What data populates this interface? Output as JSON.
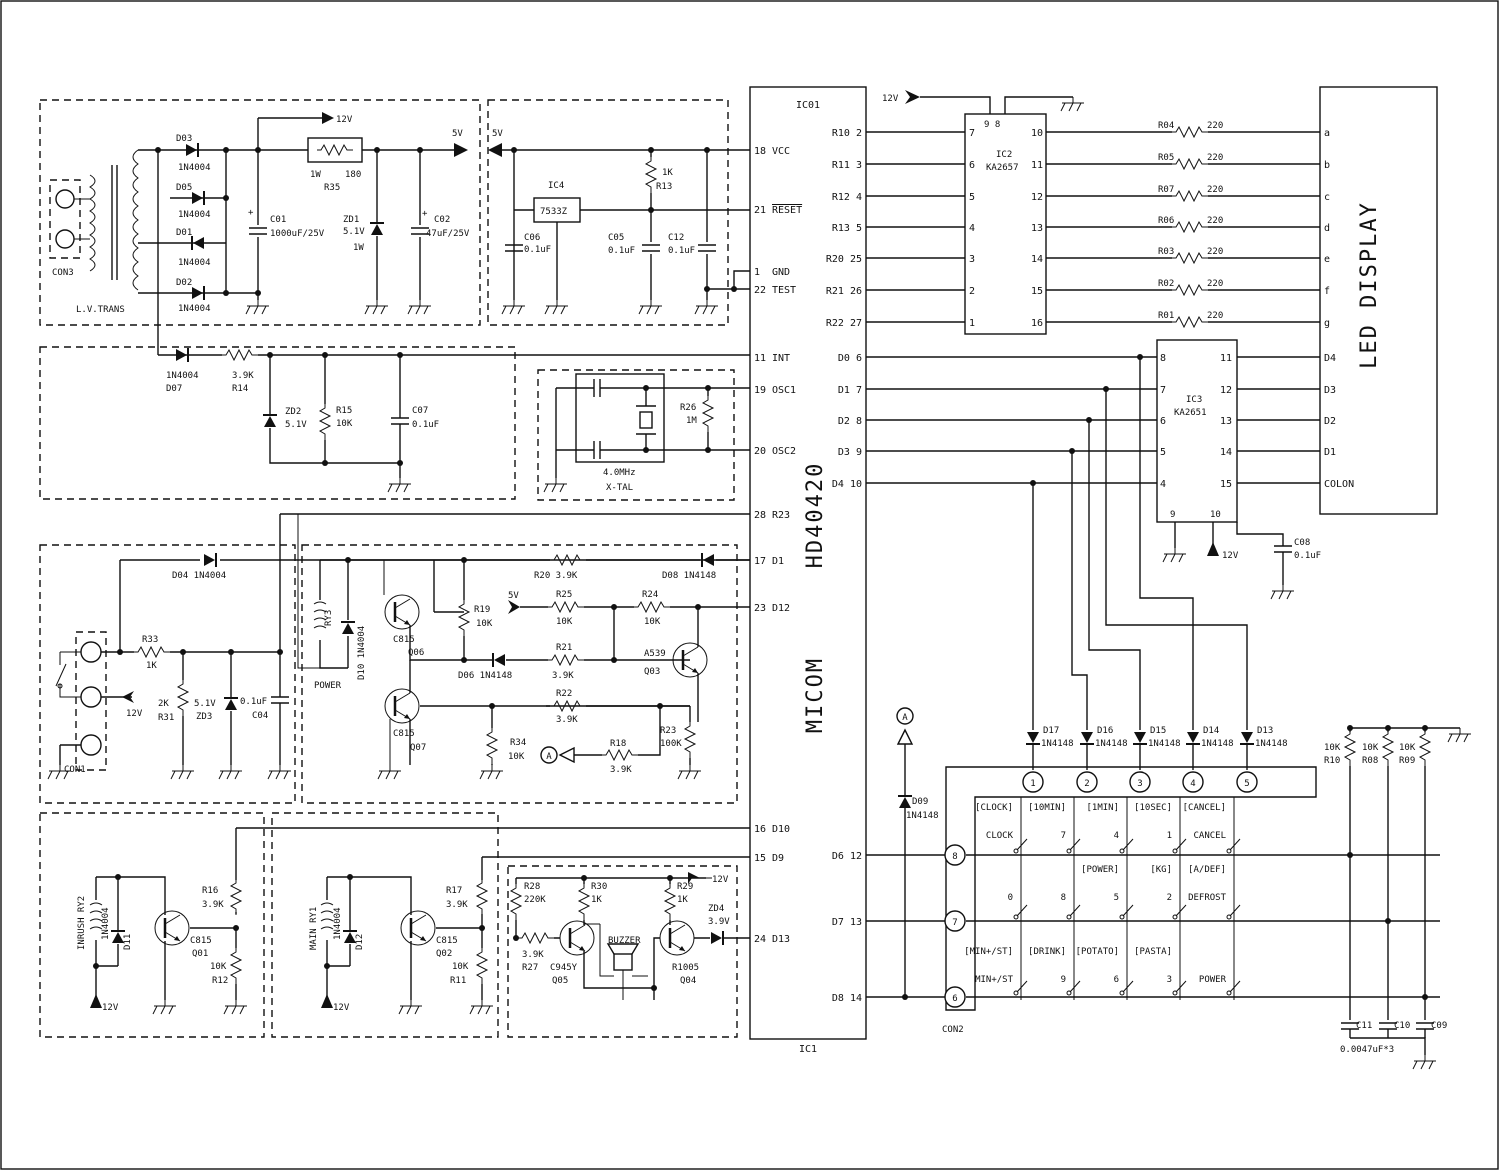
{
  "diagram": {
    "micom_chip": {
      "ref": "IC01",
      "part_number": "HD40420",
      "function_label": "MICOM",
      "bottom_ref": "IC1",
      "left_pins": [
        {
          "num": "18",
          "name": "VCC"
        },
        {
          "num": "21",
          "name": "RESET"
        },
        {
          "num": "1",
          "name": "GND"
        },
        {
          "num": "22",
          "name": "TEST"
        },
        {
          "num": "11",
          "name": "INT"
        },
        {
          "num": "19",
          "name": "OSC1"
        },
        {
          "num": "20",
          "name": "OSC2"
        },
        {
          "num": "28",
          "name": "R23"
        },
        {
          "num": "17",
          "name": "D1"
        },
        {
          "num": "23",
          "name": "D12"
        },
        {
          "num": "16",
          "name": "D10"
        },
        {
          "num": "15",
          "name": "D9"
        },
        {
          "num": "24",
          "name": "D13"
        }
      ],
      "right_pins": [
        "R10 2",
        "R11 3",
        "R12 4",
        "R13 5",
        "R20 25",
        "R21 26",
        "R22 27",
        "D0 6",
        "D1 7",
        "D2 8",
        "D3 9",
        "D4 10",
        "D6 12",
        "D7 13",
        "D8 14"
      ]
    },
    "ic2": {
      "ref": "IC2",
      "part": "KA2657",
      "top_pins": "9  8",
      "left_pins": [
        "7",
        "6",
        "5",
        "4",
        "3",
        "2",
        "1"
      ],
      "right_pins": [
        "10",
        "11",
        "12",
        "13",
        "14",
        "15",
        "16"
      ]
    },
    "ic3": {
      "ref": "IC3",
      "part": "KA2651",
      "bottom_pins": [
        "9",
        "10"
      ],
      "left_pins": [
        "8",
        "7",
        "6",
        "5",
        "4"
      ],
      "right_pins": [
        "11",
        "12",
        "13",
        "14",
        "15"
      ]
    },
    "segment_resistors": [
      {
        "ref": "R04",
        "val": "220"
      },
      {
        "ref": "R05",
        "val": "220"
      },
      {
        "ref": "R07",
        "val": "220"
      },
      {
        "ref": "R06",
        "val": "220"
      },
      {
        "ref": "R03",
        "val": "220"
      },
      {
        "ref": "R02",
        "val": "220"
      },
      {
        "ref": "R01",
        "val": "220"
      }
    ],
    "led_display": {
      "title": "LED DISPLAY",
      "segments": [
        "a",
        "b",
        "c",
        "d",
        "e",
        "f",
        "g"
      ],
      "digits": [
        "D4",
        "D3",
        "D2",
        "D1",
        "COLON"
      ]
    },
    "supply_labels": {
      "v12": "12V",
      "v5": "5V"
    },
    "power_supply": {
      "transformer": "L.V.TRANS",
      "connector": "CON3",
      "diodes": [
        {
          "ref": "D03",
          "part": "1N4004"
        },
        {
          "ref": "D05",
          "part": "1N4004"
        },
        {
          "ref": "D01",
          "part": "1N4004"
        },
        {
          "ref": "D02",
          "part": "1N4004"
        }
      ],
      "c01": "C01",
      "c01_val": "1000uF/25V",
      "r35_watt": "1W",
      "r35_val": "180",
      "r35": "R35",
      "zd1": "ZD1",
      "zd1_val": "5.1V",
      "zd1_watt": "1W",
      "c02": "C02",
      "c02_val": "47uF/25V",
      "ic4": "IC4",
      "ic4_part": "7533Z",
      "c06": "C06",
      "c06_val": "0.1uF",
      "c05": "C05",
      "c05_val": "0.1uF",
      "c12": "C12",
      "c12_val": "0.1uF",
      "r13": "R13",
      "r13_val": "1K"
    },
    "int_circuit": {
      "d07_part": "1N4004",
      "d07": "D07",
      "r14_val": "3.9K",
      "r14": "R14",
      "zd2": "ZD2",
      "zd2_val": "5.1V",
      "r15": "R15",
      "r15_val": "10K",
      "c07": "C07",
      "c07_val": "0.1uF"
    },
    "oscillator": {
      "r26": "R26",
      "r26_val": "1M",
      "xtal_freq": "4.0MHz",
      "xtal": "X-TAL"
    },
    "door_circuit": {
      "d04": "D04 1N4004",
      "r33": "R33",
      "r33_val": "1K",
      "r31_val": "2K",
      "r31": "R31",
      "zd3_val": "5.1V",
      "zd3": "ZD3",
      "c04_val": "0.1uF",
      "c04": "C04",
      "v12": "12V",
      "con1": "CON1"
    },
    "relay_driver": {
      "ry3": "RY3",
      "power": "POWER",
      "d10": "D10 1N4004",
      "q06_part": "C815",
      "q06": "Q06",
      "q07_part": "C815",
      "q07": "Q07",
      "r19": "R19",
      "r19_val": "10K",
      "r20": "R20 3.9K",
      "d08": "D08 1N4148",
      "r25": "R25",
      "r25_val": "10K",
      "r24": "R24",
      "r24_val": "10K",
      "r21": "R21",
      "r21_val": "3.9K",
      "d06": "D06 1N4148",
      "q03_part": "A539",
      "q03": "Q03",
      "r22": "R22",
      "r22_val": "3.9K",
      "r34": "R34",
      "r34_val": "10K",
      "r18": "R18",
      "r18_val": "3.9K",
      "r23": "R23",
      "r23_val": "100K",
      "a_label": "A"
    },
    "inrush_relay": {
      "ry": "INRUSH RY2",
      "diode": "1N4004",
      "d": "D11",
      "q_part": "C815",
      "q": "Q01",
      "r16": "R16",
      "r16_val": "3.9K",
      "r12_val": "10K",
      "r12": "R12",
      "v12": "12V"
    },
    "main_relay": {
      "ry": "MAIN RY1",
      "diode": "1N4004",
      "d": "D12",
      "q_part": "C815",
      "q": "Q02",
      "r17": "R17",
      "r17_val": "3.9K",
      "r11_val": "10K",
      "r11": "R11",
      "v12": "12V"
    },
    "buzzer_circuit": {
      "r28": "R28",
      "r28_val": "220K",
      "r30": "R30",
      "r30_val": "1K",
      "r29": "R29",
      "r29_val": "1K",
      "zd4": "ZD4",
      "zd4_val": "3.9V",
      "r27_val": "3.9K",
      "r27": "R27",
      "q05_part": "C945Y",
      "q05": "Q05",
      "buzzer": "BUZZER",
      "q04_part": "R1005",
      "q04": "Q04",
      "v12": "12V"
    },
    "keypad": {
      "con": "CON2",
      "col_diodes": [
        {
          "ref": "D17",
          "part": "1N4148"
        },
        {
          "ref": "D16",
          "part": "1N4148"
        },
        {
          "ref": "D15",
          "part": "1N4148"
        },
        {
          "ref": "D14",
          "part": "1N4148"
        },
        {
          "ref": "D13",
          "part": "1N4148"
        }
      ],
      "col_numbers": [
        "1",
        "2",
        "3",
        "4",
        "5"
      ],
      "row_numbers": [
        "8",
        "7",
        "6"
      ],
      "d09": "D09",
      "d09_part": "1N4148",
      "a_label": "A",
      "keys": [
        [
          "[CLOCK]",
          "[10MIN]",
          "[1MIN]",
          "[10SEC]",
          "[CANCEL]"
        ],
        [
          "CLOCK",
          "7",
          "4",
          "1",
          "CANCEL"
        ],
        [
          "",
          "",
          "[POWER]",
          "[KG]",
          "[A/DEF]"
        ],
        [
          "0",
          "8",
          "5",
          "2",
          "DEFROST"
        ],
        [
          "[MIN+/ST]",
          "[DRINK]",
          "[POTATO]",
          "[PASTA]",
          ""
        ],
        [
          "MIN+/ST",
          "9",
          "6",
          "3",
          "POWER"
        ]
      ],
      "pullups": [
        {
          "val": "10K",
          "ref": "R10"
        },
        {
          "val": "10K",
          "ref": "R08"
        },
        {
          "val": "10K",
          "ref": "R09"
        }
      ],
      "caps": [
        "C11",
        "C10",
        "C09"
      ],
      "caps_val": "0.0047uF*3"
    },
    "c08": {
      "ref": "C08",
      "val": "0.1uF",
      "v12": "12V"
    }
  }
}
